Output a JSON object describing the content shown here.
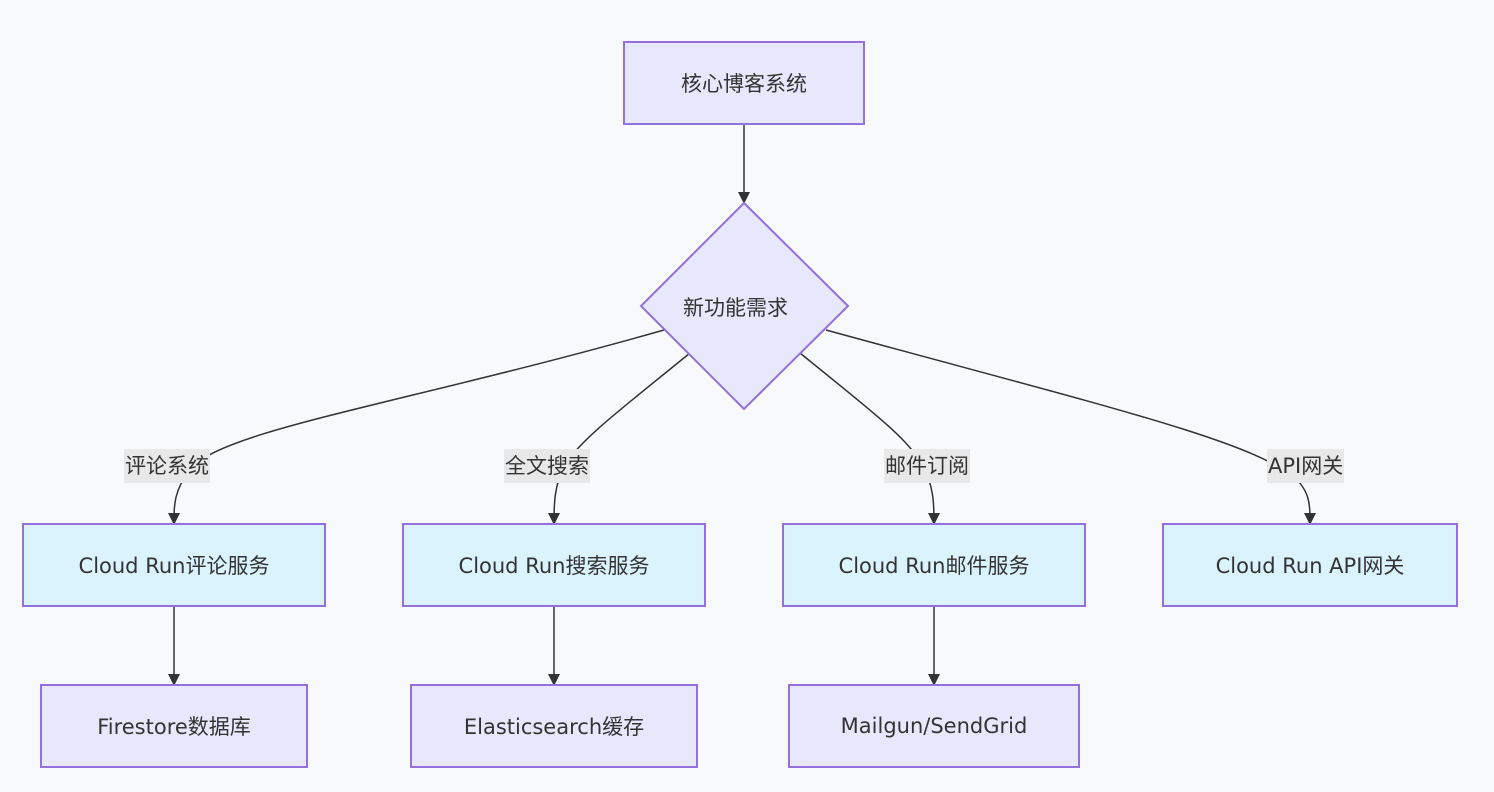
{
  "nodes": {
    "core": "核心博客系统",
    "decision": "新功能需求",
    "comment_service": "Cloud Run评论服务",
    "search_service": "Cloud Run搜索服务",
    "mail_service": "Cloud Run邮件服务",
    "api_gateway": "Cloud Run API网关",
    "firestore": "Firestore数据库",
    "elastic": "Elasticsearch缓存",
    "mailgun": "Mailgun/SendGrid"
  },
  "edge_labels": {
    "comment": "评论系统",
    "search": "全文搜索",
    "mail": "邮件订阅",
    "api": "API网关"
  },
  "colors": {
    "node_fill": "#e8e8fd",
    "service_fill": "#daf3fc",
    "border": "#9370db",
    "edge": "#333333",
    "label_bg": "#e8e8e8"
  }
}
